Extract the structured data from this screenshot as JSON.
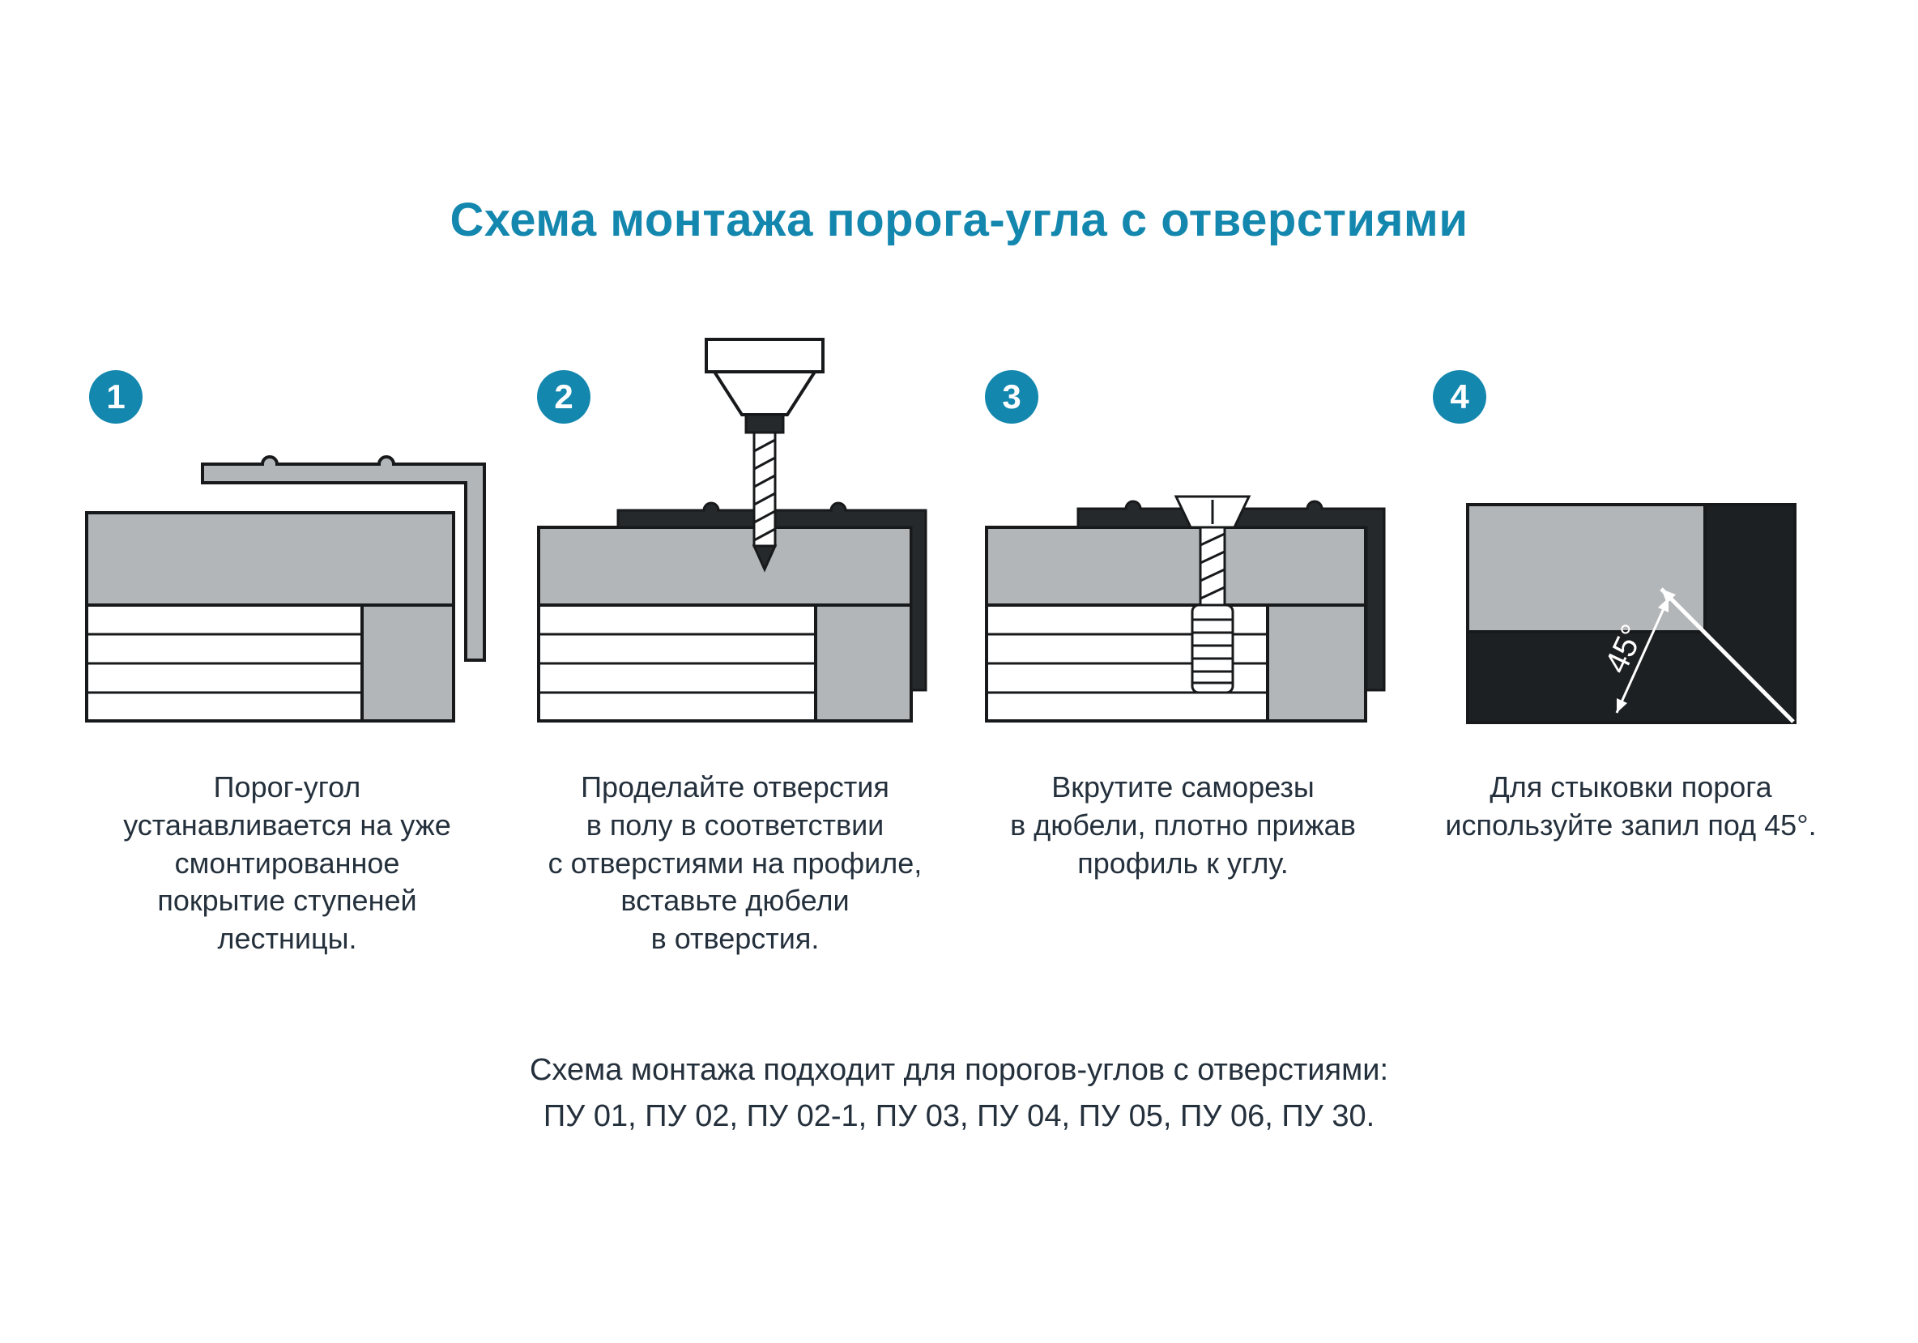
{
  "title": "Схема монтажа порога-угла с отверстиями",
  "colors": {
    "accent": "#1487ae",
    "text": "#24303c",
    "gray_fill": "#b3b6b8",
    "dark_fill": "#26292c",
    "step4_bg": "#1d2022"
  },
  "steps": [
    {
      "number": "1",
      "illustration": "corner-profile-placed-on-step",
      "caption": "Порог-угол\nустанавливается на уже\nсмонтированное\nпокрытие ступеней\nлестницы."
    },
    {
      "number": "2",
      "illustration": "drill-making-holes-in-floor",
      "caption": "Проделайте отверстия\nв полу в соответствии\nс отверстиями на профиле,\nвставьте дюбели\nв отверстия."
    },
    {
      "number": "3",
      "illustration": "screw-driven-into-dowel",
      "caption": "Вкрутите саморезы\nв дюбели, плотно прижав\nпрофиль к углу."
    },
    {
      "number": "4",
      "illustration": "miter-cut-45-degrees",
      "angle_label": "45°",
      "caption": "Для стыковки порога\nиспользуйте запил под 45°."
    }
  ],
  "footer": {
    "line1": "Схема монтажа подходит для порогов-углов с отверстиями:",
    "line2": "ПУ 01, ПУ 02, ПУ 02-1, ПУ 03, ПУ 04, ПУ 05, ПУ 06, ПУ 30."
  }
}
